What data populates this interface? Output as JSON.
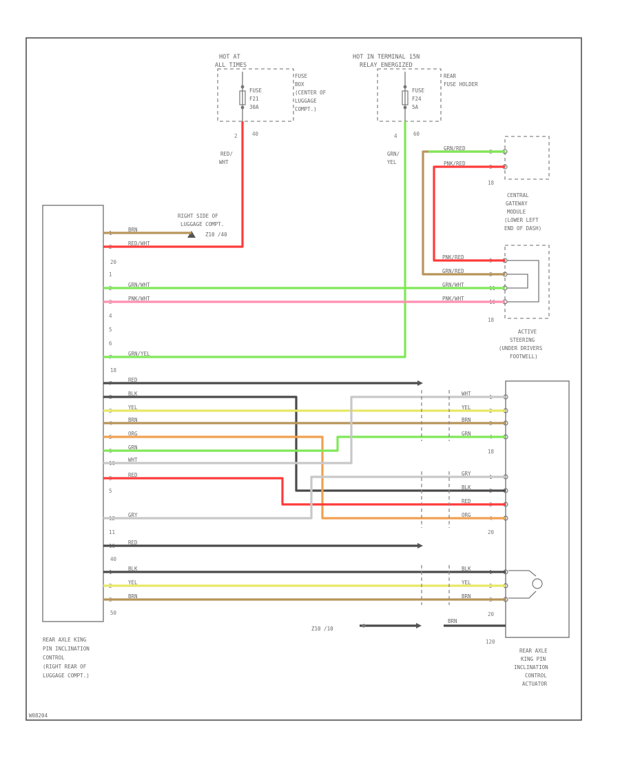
{
  "colors": {
    "RED": "#ff3b3b",
    "PNK": "#ff90b0",
    "GRN": "#7fe857",
    "YEL": "#e8e865",
    "BRN": "#b8945a",
    "ORG": "#f0a050",
    "BLK": "#4a4a4a",
    "WHT": "#c8c8c8",
    "GRY": "#a8a8a8"
  },
  "fuse1": {
    "header": [
      "HOT AT",
      "ALL TIMES"
    ],
    "fuse": [
      "FUSE",
      "F21",
      "30A"
    ],
    "location": [
      "FUSE",
      "BOX",
      "(CENTER OF",
      "LUGGAGE",
      "COMPT.)"
    ],
    "pin_a": "2",
    "pin_b": "40",
    "wire_label": [
      "RED/",
      "WHT"
    ]
  },
  "fuse2": {
    "header": [
      "HOT IN TERMINAL 15N",
      "RELAY ENERGIZED"
    ],
    "fuse": [
      "FUSE",
      "F24",
      "5A"
    ],
    "location": [
      "REAR",
      "FUSE HOLDER"
    ],
    "pin_a": "4",
    "pin_b": "60",
    "wire_label": [
      "GRN/",
      "YEL"
    ]
  },
  "ground_label": [
    "RIGHT SIDE OF",
    "LUGGAGE COMPT.",
    "Z10 /40"
  ],
  "ground_bottom": "Z10 /10",
  "control": {
    "label": [
      "REAR AXLE KING",
      "PIN INCLINATION",
      "CONTROL",
      "(RIGHT REAR OF",
      "LUGGAGE COMPT.)"
    ],
    "conn_top": "20",
    "conn_mid": "18",
    "conn_bot": "40",
    "conn_end": "50",
    "pins_a": [
      {
        "pin": "1",
        "wire": "BRN"
      },
      {
        "pin": "2",
        "wire": "RED/WHT"
      },
      {
        "pin": "1",
        "wire": ""
      },
      {
        "pin": "2",
        "wire": "GRN/WHT"
      },
      {
        "pin": "3",
        "wire": "PNK/WHT"
      },
      {
        "pin": "4",
        "wire": ""
      },
      {
        "pin": "5",
        "wire": ""
      },
      {
        "pin": "6",
        "wire": ""
      },
      {
        "pin": "7",
        "wire": "GRN/YEL"
      }
    ],
    "pins_b": [
      {
        "pin": "7",
        "wire": "RED"
      },
      {
        "pin": "8",
        "wire": "BLK"
      },
      {
        "pin": "3",
        "wire": "YEL"
      },
      {
        "pin": "4",
        "wire": "BRN"
      },
      {
        "pin": "5",
        "wire": "ORG"
      },
      {
        "pin": "6",
        "wire": "GRN"
      },
      {
        "pin": "10",
        "wire": "WHT"
      },
      {
        "pin": "9",
        "wire": "RED"
      },
      {
        "pin": "5",
        "wire": ""
      },
      {
        "pin": "12",
        "wire": "GRY"
      },
      {
        "pin": "11",
        "wire": ""
      },
      {
        "pin": "16",
        "wire": "RED"
      }
    ],
    "pins_c": [
      {
        "pin": "1",
        "wire": "BLK"
      },
      {
        "pin": "2",
        "wire": "YEL"
      },
      {
        "pin": "3",
        "wire": "BRN"
      }
    ]
  },
  "gateway": {
    "label": [
      "CENTRAL",
      "GATEWAY",
      "MODULE",
      "(LOWER LEFT",
      "END OF DASH)"
    ],
    "conn": "18",
    "pins": [
      {
        "pin": "8",
        "wire": "GRN/RED"
      },
      {
        "pin": "9",
        "wire": "PNK/RED"
      }
    ]
  },
  "steering": {
    "label": [
      "ACTIVE",
      "STEERING",
      "(UNDER DRIVERS",
      "FOOTWELL)"
    ],
    "conn": "18",
    "pins": [
      {
        "pin": "9",
        "wire": "PNK/RED"
      },
      {
        "pin": "8",
        "wire": "GRN/RED"
      },
      {
        "pin": "11",
        "wire": "GRN/WHT"
      },
      {
        "pin": "10",
        "wire": "PNK/WHT"
      }
    ]
  },
  "actuator": {
    "label": [
      "REAR AXLE",
      "KING PIN",
      "INCLINATION",
      "CONTROL",
      "ACTUATOR"
    ],
    "conn1": "18",
    "conn2": "20",
    "conn3": "20",
    "conn_gnd": "120",
    "pins1": [
      {
        "pin": "1",
        "wire": "WHT"
      },
      {
        "pin": "2",
        "wire": "YEL"
      },
      {
        "pin": "3",
        "wire": "BRN"
      },
      {
        "pin": "4",
        "wire": "GRN"
      }
    ],
    "pins2": [
      {
        "pin": "1",
        "wire": "GRY"
      },
      {
        "pin": "2",
        "wire": "BLK"
      },
      {
        "pin": "3",
        "wire": "RED"
      },
      {
        "pin": "4",
        "wire": "ORG"
      }
    ],
    "pins3": [
      {
        "pin": "1",
        "wire": "BLK"
      },
      {
        "pin": "2",
        "wire": "YEL"
      },
      {
        "pin": "3",
        "wire": "BRN"
      }
    ],
    "gnd_wire": "BRN"
  },
  "footer_code": "W08204"
}
